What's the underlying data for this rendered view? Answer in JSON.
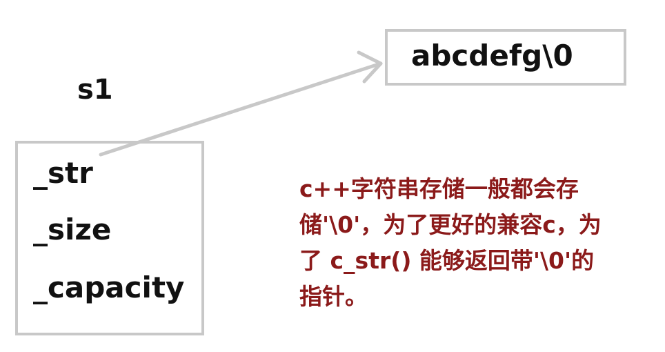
{
  "object": {
    "name": "s1",
    "fields": [
      "_str",
      "_size",
      "_capacity"
    ]
  },
  "buffer": {
    "content": "abcdefg\\0"
  },
  "note": {
    "lines": [
      "c++字符串存储一般都会存",
      "储'\\0'，为了更好的兼容c，为",
      "了 c_str() 能够返回带'\\0'的",
      "指针。"
    ]
  },
  "colors": {
    "box_border": "#c8c8c8",
    "arrow": "#c8c8c8",
    "text": "#111111",
    "note_text": "#8b1a1a"
  }
}
